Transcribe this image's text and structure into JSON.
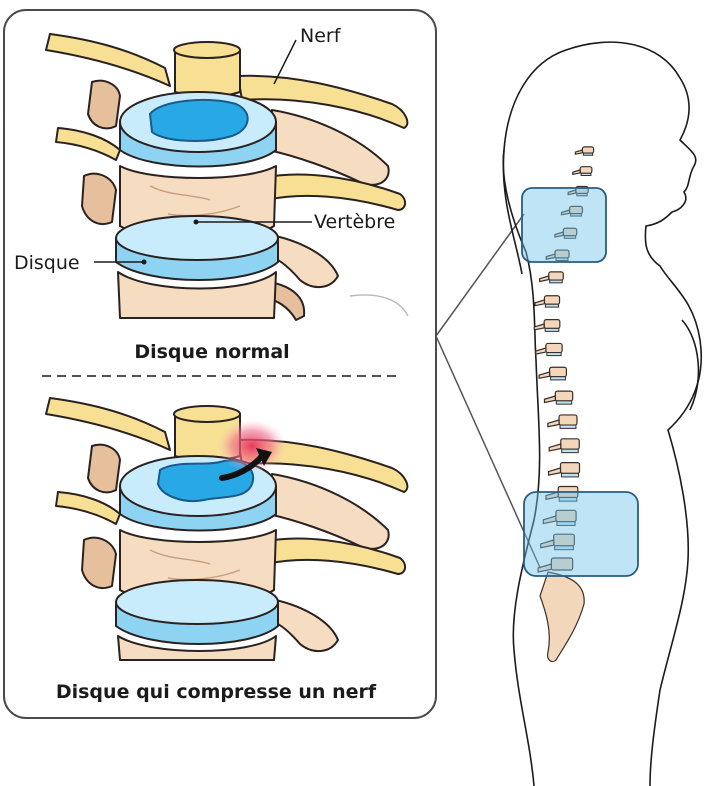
{
  "labels": {
    "nerf": "Nerf",
    "vertebre": "Vertèbre",
    "disque": "Disque"
  },
  "captions": {
    "normal": "Disque normal",
    "compression": "Disque qui compresse un nerf"
  },
  "colors": {
    "bone": "#f6dcc0",
    "nerve": "#f7df94",
    "disc": "#8fd3f2",
    "nucleus": "#29a8e6",
    "inflammation": "#e6305a",
    "highlight_box": "#6ec3eb"
  },
  "icons": {
    "compression_arrow": "curved-arrow-icon"
  }
}
